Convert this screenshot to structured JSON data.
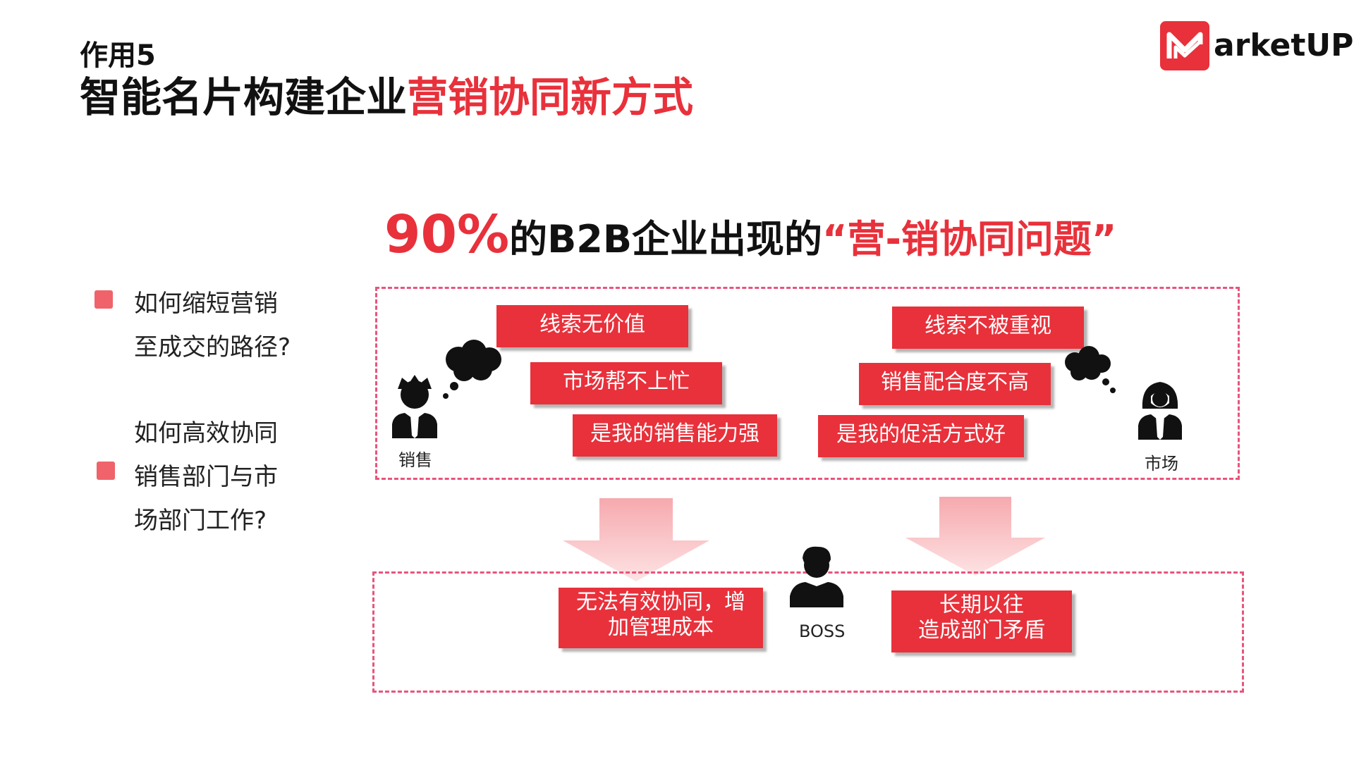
{
  "header": {
    "subtitle": "作用5",
    "title_black": "智能名片构建企业",
    "title_red": "营销协同新方式"
  },
  "logo": {
    "text": "arketUP"
  },
  "headline": {
    "percent": "90%",
    "middle": "的B2B企业出现的",
    "quote": "“营-销协同问题”"
  },
  "questions": [
    {
      "lines": [
        "如何缩短营销",
        "至成交的路径?"
      ]
    },
    {
      "lines": [
        "如何高效协同",
        "销售部门与市",
        "场部门工作?"
      ]
    }
  ],
  "sales": {
    "label": "销售",
    "complaints": [
      "线索无价值",
      "市场帮不上忙",
      "是我的销售能力强"
    ]
  },
  "marketing": {
    "label": "市场",
    "complaints": [
      "线索不被重视",
      "销售配合度不高",
      "是我的促活方式好"
    ]
  },
  "boss": {
    "label": "BOSS",
    "outcome_left": [
      "无法有效协同，增",
      "加管理成本"
    ],
    "outcome_right": [
      "长期以往",
      "造成部门矛盾"
    ]
  },
  "colors": {
    "accent": "#e8313b",
    "dash": "#e8547c",
    "arrow": "#f7b8bc"
  },
  "icons": [
    "marketup-logo-icon",
    "salesman-icon",
    "saleswoman-icon",
    "boss-icon",
    "thought-cloud-icon",
    "down-arrow-icon"
  ]
}
